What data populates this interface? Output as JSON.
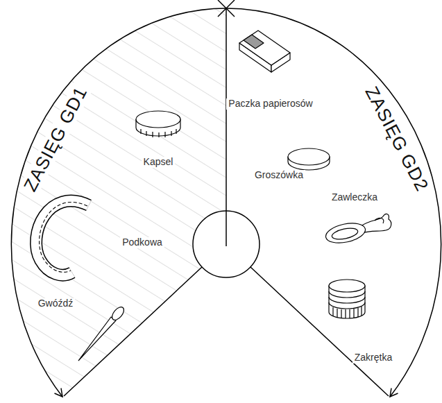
{
  "diagram": {
    "labels": [
      "ZASIĘG GD1",
      "ZASIĘG GD2",
      "Paczka papierosów",
      "Kapsel",
      "Groszówka",
      "Zawleczka",
      "Podkowa",
      "Gwóźdź",
      "Zakrętka"
    ]
  }
}
